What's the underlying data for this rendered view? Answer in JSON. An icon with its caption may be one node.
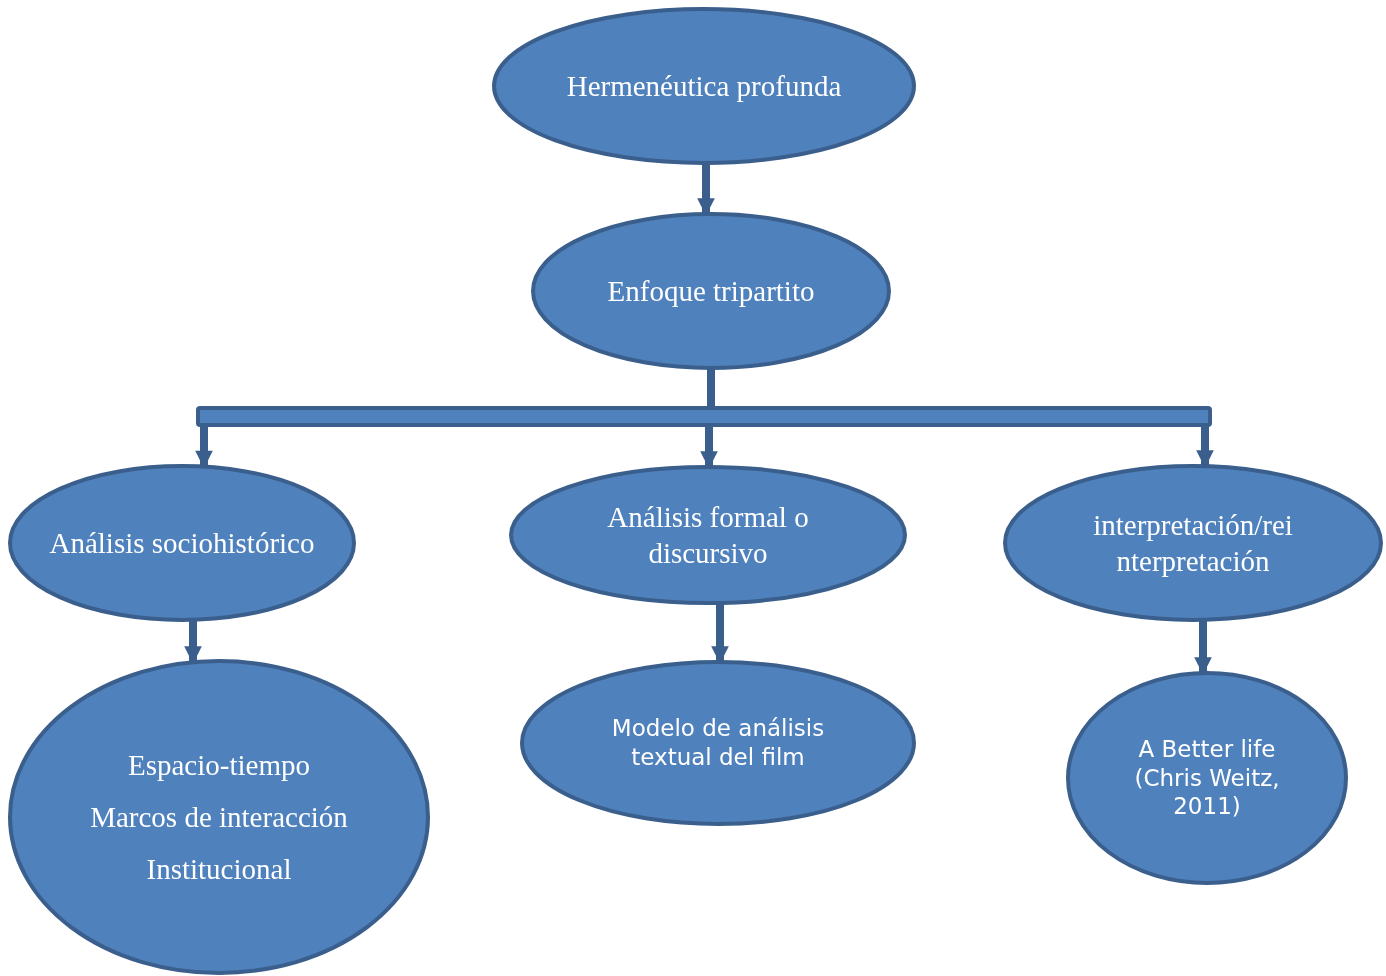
{
  "diagram": {
    "nodes": [
      {
        "text": [
          "Hermenéutica profunda"
        ]
      },
      {
        "text": [
          "Enfoque tripartito"
        ]
      },
      {
        "text": [],
        "shape": "bar"
      },
      {
        "text": [
          "Análisis sociohistórico"
        ]
      },
      {
        "text": [
          "Análisis formal o discursivo"
        ]
      },
      {
        "text": [
          "interpretación/rei nterpretación"
        ]
      },
      {
        "text": [
          "Espacio-tiempo",
          "Marcos de interacción",
          "Institucional"
        ]
      },
      {
        "text": [
          "Modelo de análisis textual del film"
        ]
      },
      {
        "text": [
          "A Better life (Chris Weitz, 2011)"
        ]
      }
    ],
    "edges": [
      {
        "from": 0,
        "to": 1,
        "arrow": "to"
      },
      {
        "from": 1,
        "to": 2,
        "arrow": "none"
      },
      {
        "from": 2,
        "to": 3,
        "arrow": "to"
      },
      {
        "from": 2,
        "to": 4,
        "arrow": "to"
      },
      {
        "from": 2,
        "to": 5,
        "arrow": "to"
      },
      {
        "from": 3,
        "to": 6,
        "arrow": "to"
      },
      {
        "from": 4,
        "to": 7,
        "arrow": "to"
      },
      {
        "from": 5,
        "to": 8,
        "arrow": "to"
      }
    ]
  }
}
